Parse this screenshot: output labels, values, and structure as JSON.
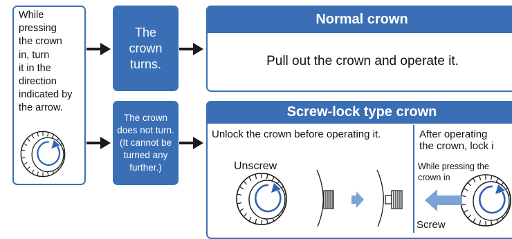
{
  "instruction_text": [
    "While",
    "pressing",
    "the crown",
    "in, turn",
    "it in the",
    "direction",
    "indicated by",
    "the arrow."
  ],
  "outcome_turns": [
    "The",
    "crown",
    "turns."
  ],
  "outcome_no_turn": [
    "The crown",
    "does not turn.",
    "(It cannot be",
    "turned any",
    "further.)"
  ],
  "normal": {
    "title": "Normal crown",
    "text": "Pull out the crown and operate it."
  },
  "screw_lock": {
    "title": "Screw-lock type crown",
    "left_text": "Unlock the crown before operating it.",
    "unscrew_label": "Unscrew",
    "right_text": [
      "After operating",
      "the crown, lock i"
    ],
    "right_note": [
      "While pressing the",
      "crown in"
    ],
    "screw_label": "Screw"
  },
  "colors": {
    "accent": "#3a6fb5",
    "arrow": "#1a1a1a",
    "pale_arrow": "#7da2d4"
  }
}
